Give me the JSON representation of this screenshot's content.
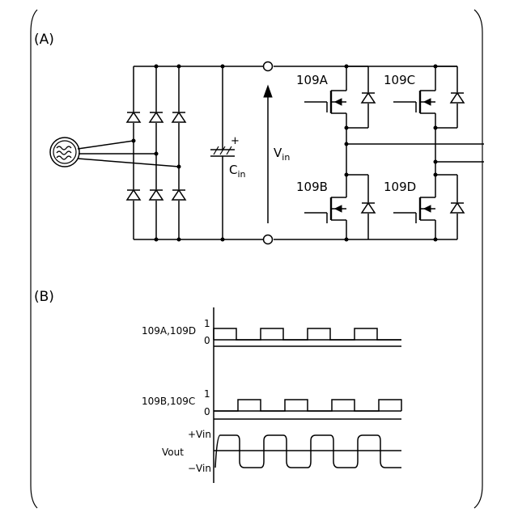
{
  "panel_a": {
    "label": "(A)",
    "capacitor": {
      "name": "C",
      "sub": "in",
      "polarity": "+"
    },
    "voltage": {
      "name": "V",
      "sub": "in"
    },
    "switches": [
      "109A",
      "109B",
      "109C",
      "109D"
    ],
    "source_icon": "ac-source-icon"
  },
  "panel_b": {
    "label": "(B)",
    "waveforms": [
      {
        "label": "109A,109D",
        "high": "1",
        "low": "0"
      },
      {
        "label": "109B,109C",
        "high": "1",
        "low": "0"
      },
      {
        "label": "Vout",
        "high": "+Vin",
        "low": "−Vin"
      }
    ]
  },
  "colors": {
    "ink": "#000000",
    "background": "#ffffff"
  }
}
